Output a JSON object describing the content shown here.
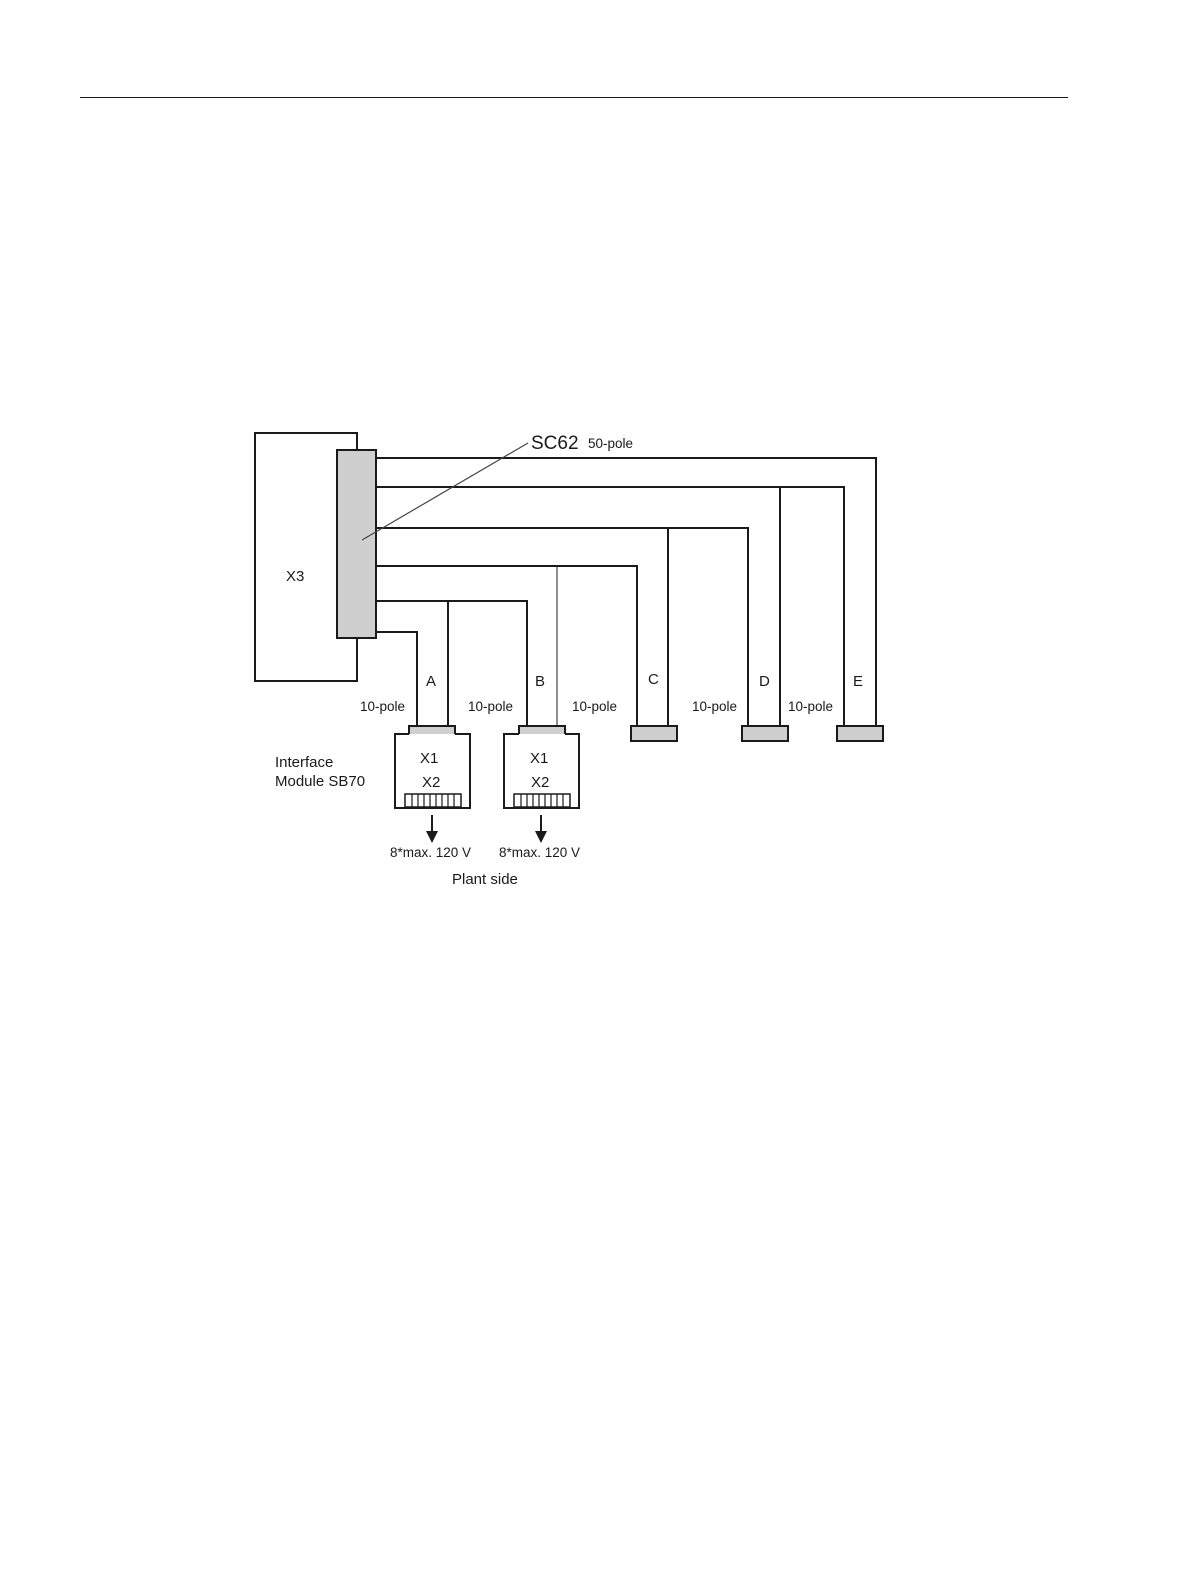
{
  "diagram": {
    "module_label": "X3",
    "connector": {
      "name": "SC62",
      "poles": "50-pole"
    },
    "cables": [
      {
        "id": "A",
        "poles": "10-pole"
      },
      {
        "id": "B",
        "poles": "10-pole"
      },
      {
        "id": "C",
        "poles": "10-pole"
      },
      {
        "id": "D",
        "poles": "10-pole"
      },
      {
        "id": "E",
        "poles": "10-pole"
      }
    ],
    "interface_module": {
      "line1": "Interface",
      "line2": "Module SB70"
    },
    "sb70_units": [
      {
        "x1": "X1",
        "x2": "X2",
        "output": "8*max. 120 V"
      },
      {
        "x1": "X1",
        "x2": "X2",
        "output": "8*max. 120 V"
      }
    ],
    "plant_side": "Plant side"
  }
}
